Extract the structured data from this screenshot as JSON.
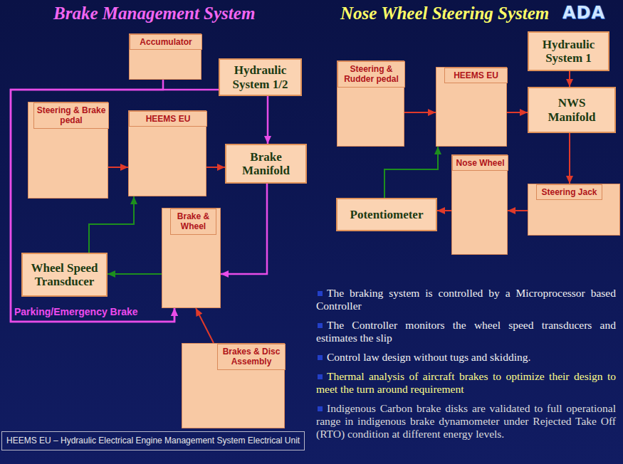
{
  "diagram": {
    "nodes": [
      {
        "text": [
          "Accumulator"
        ]
      },
      {
        "text": [
          "Hydraulic System 1/2"
        ]
      },
      {
        "text": [
          "Steering & Brake pedal"
        ]
      },
      {
        "text": [
          "HEEMS EU"
        ]
      },
      {
        "text": [
          "Brake Manifold"
        ]
      },
      {
        "text": [
          "Brake & Wheel"
        ]
      },
      {
        "text": [
          "Wheel Speed Transducer"
        ]
      },
      {
        "text": [
          "Brakes & Disc Assembly"
        ]
      },
      {
        "text": [
          "Steering & Rudder pedal"
        ]
      },
      {
        "text": [
          "HEEMS EU"
        ]
      },
      {
        "text": [
          "Hydraulic System 1"
        ]
      },
      {
        "text": [
          "NWS Manifold"
        ]
      },
      {
        "text": [
          "Nose Wheel"
        ]
      },
      {
        "text": [
          "Steering Jack"
        ]
      },
      {
        "text": [
          "Potentiometer"
        ]
      },
      {
        "text": [
          "HEEMS EU – Hydraulic Electrical Engine Management System Electrical Unit"
        ]
      }
    ],
    "edges": [
      {
        "from": 0,
        "to": 5,
        "arrow": "to"
      },
      {
        "from": 1,
        "to": 5,
        "label": "Parking/Emergency Brake",
        "arrow": "to"
      },
      {
        "from": 1,
        "to": 4,
        "arrow": "to"
      },
      {
        "from": 2,
        "to": 3,
        "arrow": "to"
      },
      {
        "from": 3,
        "to": 4,
        "arrow": "to"
      },
      {
        "from": 4,
        "to": 5,
        "arrow": "to"
      },
      {
        "from": 5,
        "to": 6,
        "arrow": "to"
      },
      {
        "from": 6,
        "to": 3,
        "arrow": "to"
      },
      {
        "from": 7,
        "to": 5,
        "arrow": "to"
      },
      {
        "from": 8,
        "to": 9,
        "arrow": "to"
      },
      {
        "from": 9,
        "to": 11,
        "arrow": "to"
      },
      {
        "from": 10,
        "to": 11,
        "arrow": "to"
      },
      {
        "from": 11,
        "to": 13,
        "arrow": "to"
      },
      {
        "from": 13,
        "to": 12,
        "arrow": "to"
      },
      {
        "from": 12,
        "to": 14,
        "arrow": "to"
      },
      {
        "from": 14,
        "to": 9,
        "arrow": "to"
      }
    ],
    "labels": [
      "Brake Management System",
      "Nose Wheel Steering System",
      "ADA",
      "The braking system is controlled by a Microprocessor based Controller",
      "The Controller monitors the wheel speed transducers and estimates the slip",
      "Control law design without tugs and skidding.",
      "Thermal analysis of aircraft brakes to optimize their design to meet the turn around requirement",
      "Indigenous Carbon brake disks are validated to full operational range in indigenous brake dynamometer under Rejected Take Off (RTO) condition at different energy levels."
    ]
  }
}
